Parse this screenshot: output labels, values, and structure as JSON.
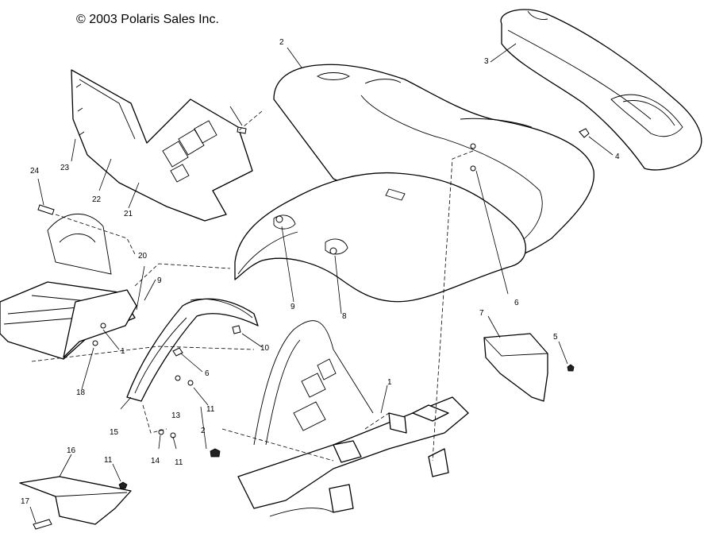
{
  "copyright": "© 2003 Polaris Sales Inc.",
  "callouts": {
    "c1a": "1",
    "c1b": "1",
    "c2a": "2",
    "c2b": "2",
    "c3": "3",
    "c4": "4",
    "c5": "5",
    "c6a": "6",
    "c6b": "6",
    "c7": "7",
    "c8": "8",
    "c9a": "9",
    "c9b": "9",
    "c10": "10",
    "c11a": "11",
    "c11b": "11",
    "c11c": "11",
    "c13": "13",
    "c14": "14",
    "c15": "15",
    "c16": "16",
    "c17": "17",
    "c18": "18",
    "c20": "20",
    "c21": "21",
    "c22": "22",
    "c23": "23",
    "c24": "24"
  }
}
